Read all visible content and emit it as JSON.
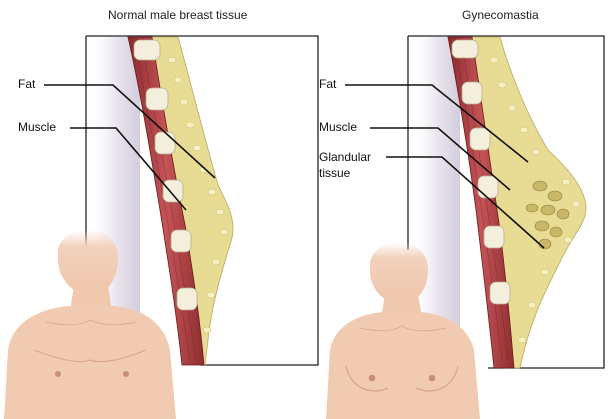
{
  "panels": {
    "left": {
      "title": "Normal male breast tissue",
      "labels": {
        "fat": "Fat",
        "muscle": "Muscle"
      }
    },
    "right": {
      "title": "Gynecomastia",
      "labels": {
        "fat": "Fat",
        "muscle": "Muscle",
        "glandular_line1": "Glandular",
        "glandular_line2": "tissue"
      }
    }
  },
  "colors": {
    "frame": "#222222",
    "muscle": "#b5474a",
    "muscle_dark": "#7c2226",
    "fat": "#eadf9a",
    "fat_cell": "#f7f1c2",
    "bone": "#f4efdc",
    "gland": "#c9b768",
    "skin": "#f3cfb8",
    "skin_shade": "#dfae93",
    "backdrop": "#dcd6e3"
  }
}
